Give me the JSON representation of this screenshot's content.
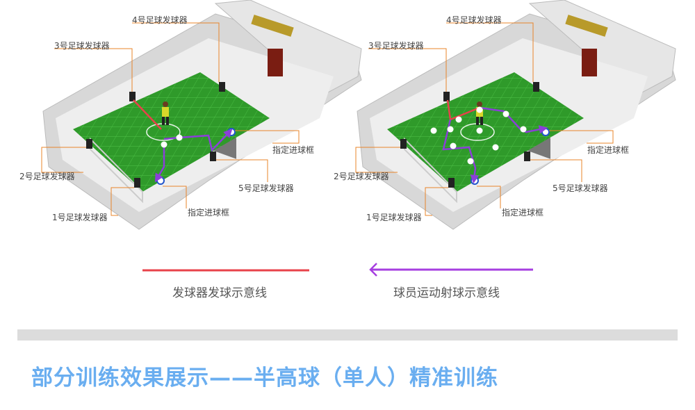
{
  "diagrams": [
    {
      "labels": {
        "launcher4": "4号足球发球器",
        "launcher3": "3号足球发球器",
        "launcher2": "2号足球发球器",
        "launcher1": "1号足球发球器",
        "launcher5": "5号足球发球器",
        "goal_right": "指定进球框",
        "goal_bottom": "指定进球框"
      }
    },
    {
      "labels": {
        "launcher4": "4号足球发球器",
        "launcher3": "3号足球发球器",
        "launcher2": "2号足球发球器",
        "launcher1": "1号足球发球器",
        "launcher5": "5号足球发球器",
        "goal_right": "指定进球框",
        "goal_bottom": "指定进球框"
      }
    }
  ],
  "legend": {
    "launcher_line": "发球器发球示意线",
    "player_line": "球员运动射球示意线",
    "launcher_color": "#e8424a",
    "player_color": "#a63ee0"
  },
  "title": "部分训练效果展示——半高球（单人）精准训练"
}
